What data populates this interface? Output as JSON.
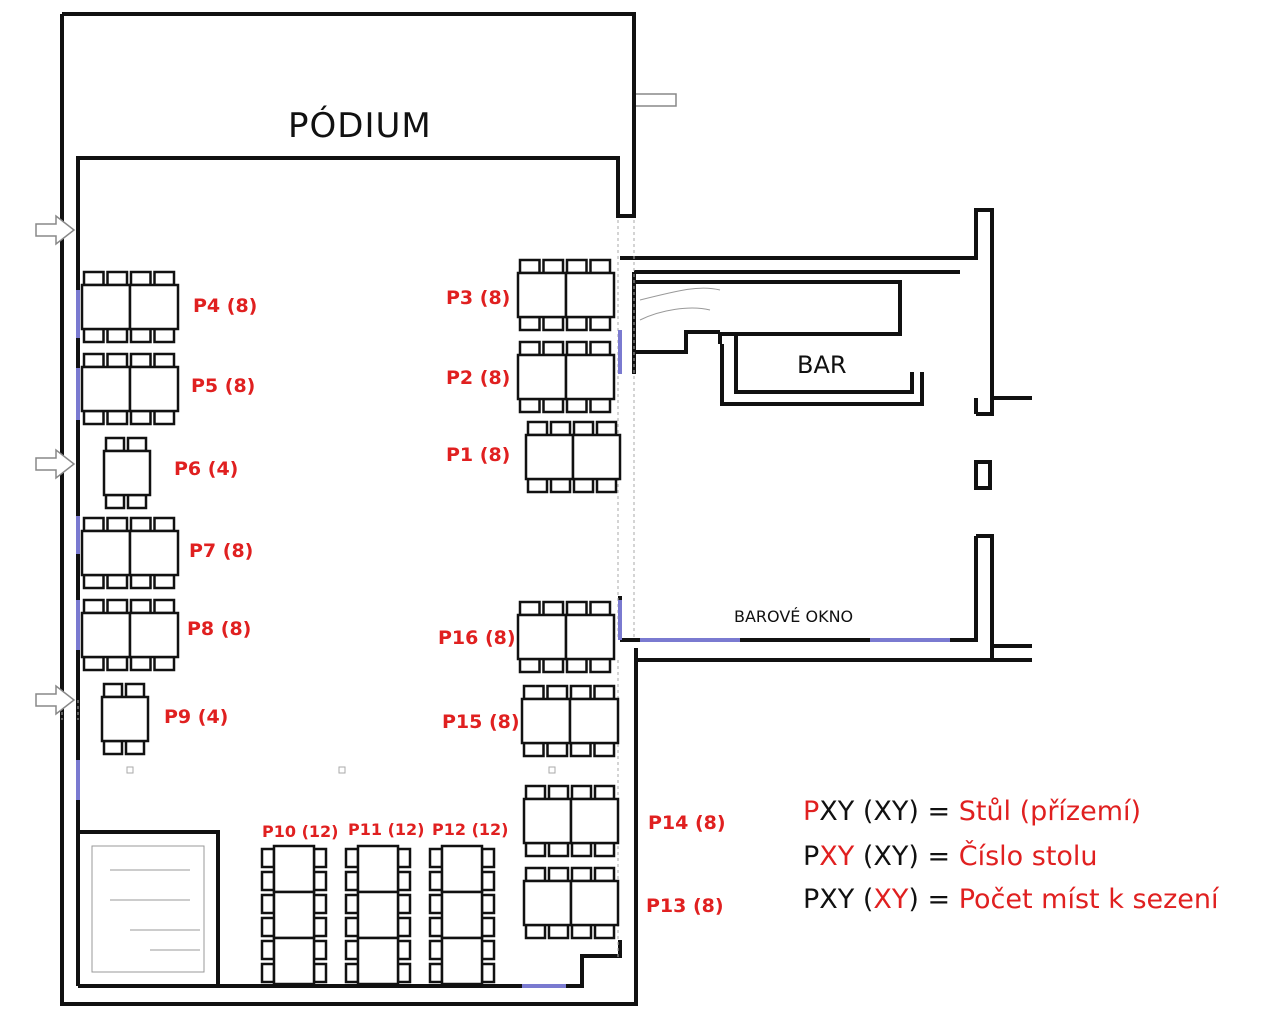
{
  "plan": {
    "podium_label": "PÓDIUM",
    "bar_label": "BAR",
    "bar_window_label": "BAROVÉ OKNO",
    "colors": {
      "wall": "#111111",
      "window": "#7a7ad0",
      "label": "#e02020",
      "legend_accent": "#e02020"
    }
  },
  "tables": [
    {
      "id": "P1",
      "label": "P1 (8)",
      "seats": 8
    },
    {
      "id": "P2",
      "label": "P2 (8)",
      "seats": 8
    },
    {
      "id": "P3",
      "label": "P3 (8)",
      "seats": 8
    },
    {
      "id": "P4",
      "label": "P4 (8)",
      "seats": 8
    },
    {
      "id": "P5",
      "label": "P5 (8)",
      "seats": 8
    },
    {
      "id": "P6",
      "label": "P6 (4)",
      "seats": 4
    },
    {
      "id": "P7",
      "label": "P7 (8)",
      "seats": 8
    },
    {
      "id": "P8",
      "label": "P8 (8)",
      "seats": 8
    },
    {
      "id": "P9",
      "label": "P9 (4)",
      "seats": 4
    },
    {
      "id": "P10",
      "label": "P10 (12)",
      "seats": 12
    },
    {
      "id": "P11",
      "label": "P11 (12)",
      "seats": 12
    },
    {
      "id": "P12",
      "label": "P12 (12)",
      "seats": 12
    },
    {
      "id": "P13",
      "label": "P13 (8)",
      "seats": 8
    },
    {
      "id": "P14",
      "label": "P14 (8)",
      "seats": 8
    },
    {
      "id": "P15",
      "label": "P15 (8)",
      "seats": 8
    },
    {
      "id": "P16",
      "label": "P16 (8)",
      "seats": 8
    }
  ],
  "legend": [
    {
      "parts": [
        {
          "text": "P",
          "highlight": true
        },
        {
          "text": "XY (XY) = ",
          "highlight": false
        },
        {
          "text": "Stůl (přízemí)",
          "highlight": true
        }
      ]
    },
    {
      "parts": [
        {
          "text": "P",
          "highlight": false
        },
        {
          "text": "XY",
          "highlight": true
        },
        {
          "text": " (XY) = ",
          "highlight": false
        },
        {
          "text": "Číslo stolu",
          "highlight": true
        }
      ]
    },
    {
      "parts": [
        {
          "text": "PXY (",
          "highlight": false
        },
        {
          "text": "XY",
          "highlight": true
        },
        {
          "text": ") = ",
          "highlight": false
        },
        {
          "text": "Počet míst k sezení",
          "highlight": true
        }
      ]
    }
  ]
}
